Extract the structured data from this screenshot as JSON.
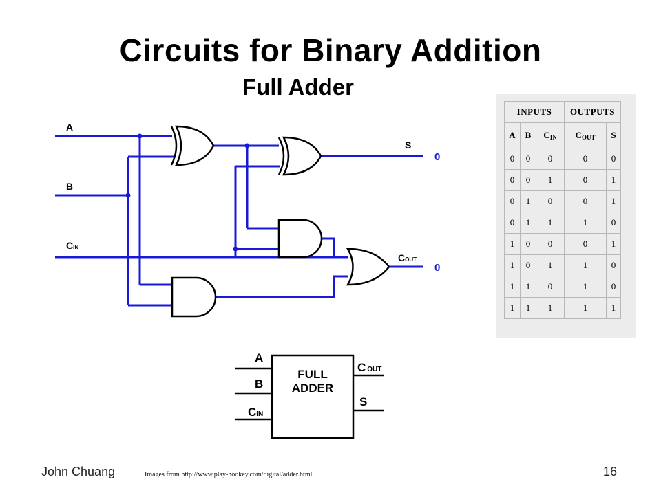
{
  "slide": {
    "title": "Circuits for Binary Addition",
    "subtitle": "Full Adder",
    "author": "John Chuang",
    "page_number": "16",
    "source": "Images from http://www.play-hookey.com/digital/adder.html"
  },
  "circuit": {
    "input_a": "A",
    "input_b": "B",
    "input_cin_main": "C",
    "input_cin_sub": "IN",
    "output_s": "S",
    "output_s_value": "0",
    "output_cout_main": "C",
    "output_cout_sub": "OUT",
    "output_cout_value": "0",
    "wire_color": "#1a1ad4",
    "value_color": "#1a1ad4"
  },
  "block": {
    "line1": "FULL",
    "line2": "ADDER",
    "in_a": "A",
    "in_b": "B",
    "in_cin_main": "C",
    "in_cin_sub": "IN",
    "out_cout_main": "C",
    "out_cout_sub": "OUT",
    "out_s": "S"
  },
  "truth_table": {
    "group_inputs": "INPUTS",
    "group_outputs": "OUTPUTS",
    "columns": [
      "A",
      "B",
      "C",
      "C",
      "S"
    ],
    "column_subs": [
      "",
      "",
      "IN",
      "OUT",
      ""
    ],
    "rows": [
      [
        "0",
        "0",
        "0",
        "0",
        "0"
      ],
      [
        "0",
        "0",
        "1",
        "0",
        "1"
      ],
      [
        "0",
        "1",
        "0",
        "0",
        "1"
      ],
      [
        "0",
        "1",
        "1",
        "1",
        "0"
      ],
      [
        "1",
        "0",
        "0",
        "0",
        "1"
      ],
      [
        "1",
        "0",
        "1",
        "1",
        "0"
      ],
      [
        "1",
        "1",
        "0",
        "1",
        "0"
      ],
      [
        "1",
        "1",
        "1",
        "1",
        "1"
      ]
    ]
  }
}
